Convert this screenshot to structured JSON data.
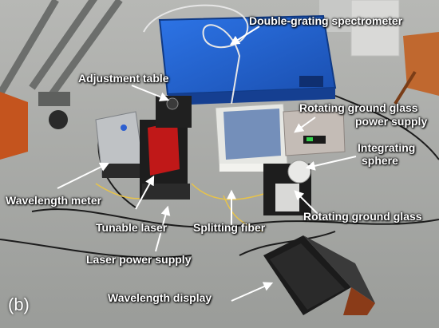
{
  "labels": {
    "spectrometer": "Double-grating spectrometer",
    "adjustment_table": "Adjustment table",
    "ground_glass_power_1": "Rotating ground glass",
    "ground_glass_power_2": "power supply",
    "integrating_sphere_1": "Integrating",
    "integrating_sphere_2": "sphere",
    "wavelength_meter": "Wavelength meter",
    "rotating_ground_glass": "Rotating ground glass",
    "tunable_laser": "Tunable laser",
    "splitting_fiber": "Splitting fiber",
    "laser_power_supply": "Laser power supply",
    "wavelength_display": "Wavelength display",
    "panel": "(b)"
  },
  "colors": {
    "floor": "#a4a6a3",
    "spectrometer": "#1f5fd0",
    "laser_housing": "#c01818",
    "label_text": "#ffffff",
    "arrow": "#ffffff"
  }
}
